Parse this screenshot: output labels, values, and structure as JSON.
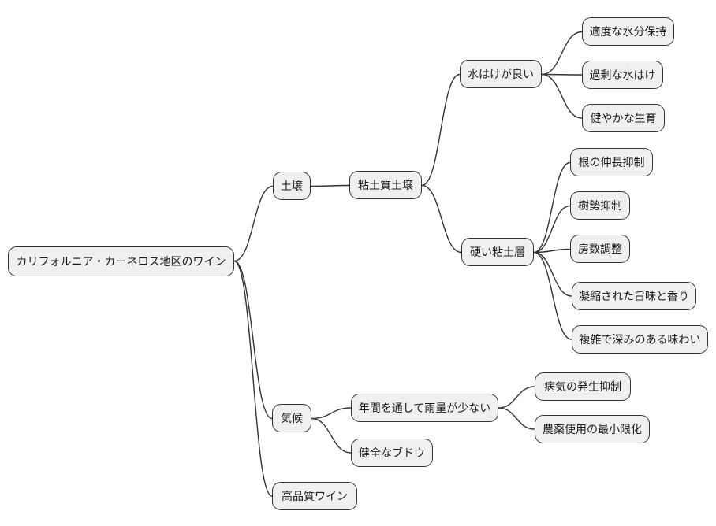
{
  "diagram": {
    "type": "mindmap",
    "title": "カリフォルニア・カーネロス地区のワイン",
    "colors": {
      "background": "#ffffff",
      "node_fill": "#f0f0f0",
      "node_border": "#333333",
      "edge": "#333333"
    }
  },
  "tree": {
    "label": "カリフォルニア・カーネロス地区のワイン",
    "children": [
      {
        "label": "土壌",
        "children": [
          {
            "label": "粘土質土壌",
            "children": [
              {
                "label": "水はけが良い",
                "children": [
                  {
                    "label": "適度な水分保持"
                  },
                  {
                    "label": "過剰な水はけ"
                  },
                  {
                    "label": "健やかな生育"
                  }
                ]
              },
              {
                "label": "硬い粘土層",
                "children": [
                  {
                    "label": "根の伸長抑制"
                  },
                  {
                    "label": "樹勢抑制"
                  },
                  {
                    "label": "房数調整"
                  },
                  {
                    "label": "凝縮された旨味と香り"
                  },
                  {
                    "label": "複雑で深みのある味わい"
                  }
                ]
              }
            ]
          }
        ]
      },
      {
        "label": "気候",
        "children": [
          {
            "label": "年間を通して雨量が少ない",
            "children": [
              {
                "label": "病気の発生抑制"
              },
              {
                "label": "農薬使用の最小限化"
              }
            ]
          },
          {
            "label": "健全なブドウ"
          }
        ]
      },
      {
        "label": "高品質ワイン"
      }
    ]
  }
}
